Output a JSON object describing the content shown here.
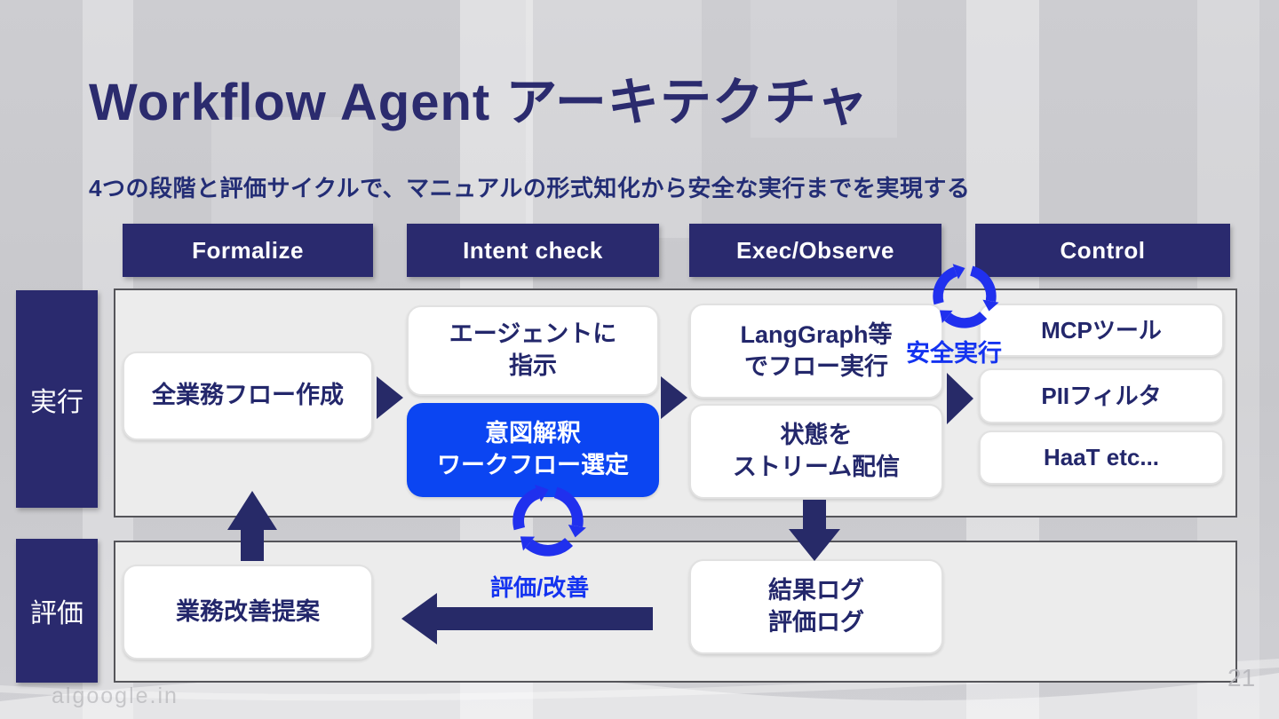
{
  "slide": {
    "title": "Workflow Agent アーキテクチャ",
    "subtitle": "4つの段階と評価サイクルで、マニュアルの形式知化から安全な実行までを実現する",
    "page_number": "21",
    "watermark": "algoogle.in"
  },
  "colors": {
    "navy": "#2a2a6e",
    "accent_blue": "#1433f0",
    "cycle_icon_blue": "#2030ee",
    "highlight_box_blue": "#0b45f2",
    "panel_gray": "#ececec"
  },
  "phases": [
    {
      "label": "Formalize"
    },
    {
      "label": "Intent check"
    },
    {
      "label": "Exec/Observe"
    },
    {
      "label": "Control"
    }
  ],
  "lanes": {
    "exec": "実行",
    "eval": "評価"
  },
  "boxes": {
    "formalize": {
      "lines": [
        "全業務フロー作成"
      ]
    },
    "agent_instruct": {
      "lines": [
        "エージェントに",
        "指示"
      ]
    },
    "intent_select": {
      "lines": [
        "意図解釈",
        "ワークフロー選定"
      ]
    },
    "flow_exec": {
      "lines": [
        "LangGraph等",
        "でフロー実行"
      ]
    },
    "stream_state": {
      "lines": [
        "状態を",
        "ストリーム配信"
      ]
    },
    "mcp": {
      "lines": [
        "MCPツール"
      ]
    },
    "pii": {
      "lines": [
        "PIIフィルタ"
      ]
    },
    "haat": {
      "lines": [
        "HaaT  etc..."
      ]
    },
    "improvement": {
      "lines": [
        "業務改善提案"
      ]
    },
    "logs": {
      "lines": [
        "結果ログ",
        "評価ログ"
      ]
    }
  },
  "labels": {
    "safe_exec": "安全実行",
    "eval_improve": "評価/改善"
  }
}
